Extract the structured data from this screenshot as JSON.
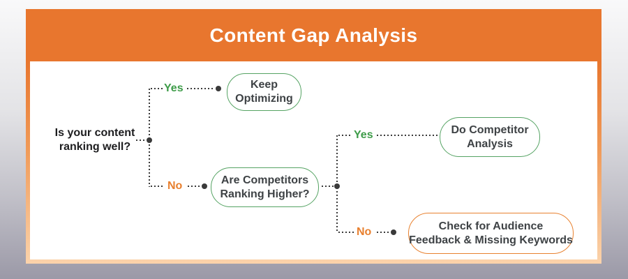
{
  "title": "Content Gap Analysis",
  "colors": {
    "header_orange": "#e8762e",
    "border_peach": "#fbd3ab",
    "green": "#3e9c49",
    "orange": "#e8802f",
    "node_border_green": "#55a363",
    "node_border_orange": "#e8812f",
    "node_text": "#3e4245",
    "question_text": "#1d1d1f",
    "connector": "#3a3a3a"
  },
  "root_question": {
    "line1": "Is your content",
    "line2": "ranking well?"
  },
  "decision1": {
    "yes": "Yes",
    "no": "No"
  },
  "decision2": {
    "yes": "Yes",
    "no": "No"
  },
  "nodes": {
    "keep_optimizing": {
      "line1": "Keep",
      "line2": "Optimizing"
    },
    "are_competitors": {
      "line1": "Are Competitors",
      "line2": "Ranking Higher?"
    },
    "do_competitor": {
      "line1": "Do Competitor",
      "line2": "Analysis"
    },
    "check_feedback": {
      "line1": "Check for Audience",
      "line2": "Feedback & Missing Keywords"
    }
  }
}
